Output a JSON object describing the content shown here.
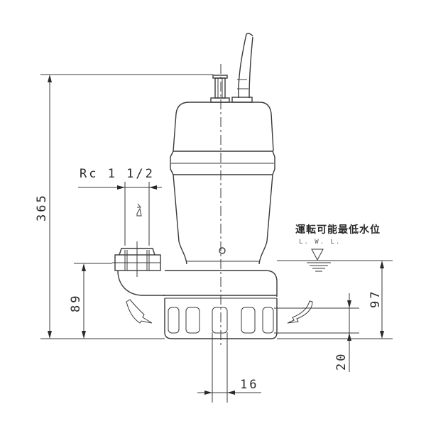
{
  "drawing": {
    "subject": "submersible pump outline dimensions",
    "line_color": "#3a3a3a"
  },
  "dimensions": {
    "overall_height": "365",
    "discharge_height": "89",
    "lwl_height": "97",
    "strainer_bottom_gap": "20",
    "slot_width": "16",
    "discharge_port": "Rc 1 1/2"
  },
  "labels": {
    "min_water_level_jp": "運転可能最低水位",
    "lwl_abbrev": "L. W. L."
  }
}
